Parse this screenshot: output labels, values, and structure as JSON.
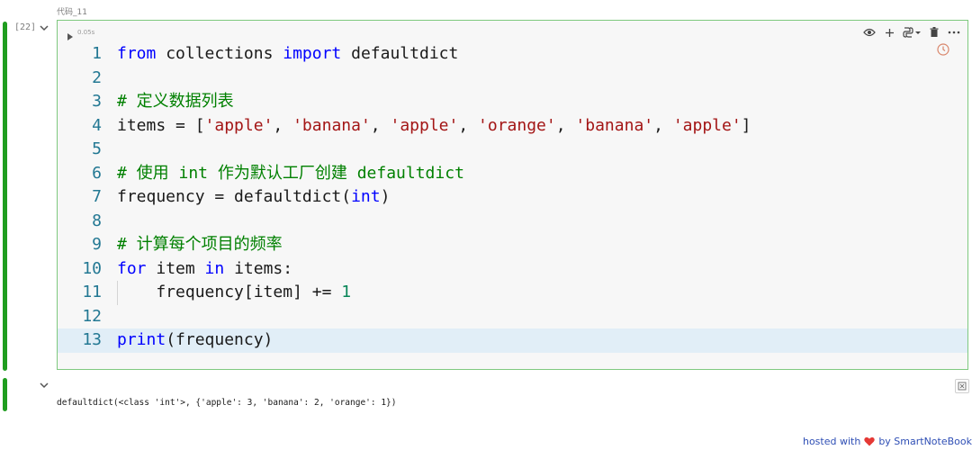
{
  "cell": {
    "name": "代码_11",
    "exec_count": "[22]",
    "exec_time": "0.05s",
    "lines": [
      {
        "n": "1",
        "tokens": [
          {
            "t": "from",
            "c": "kw"
          },
          {
            "t": " collections ",
            "c": ""
          },
          {
            "t": "import",
            "c": "kw"
          },
          {
            "t": " defaultdict",
            "c": ""
          }
        ]
      },
      {
        "n": "2",
        "tokens": []
      },
      {
        "n": "3",
        "tokens": [
          {
            "t": "# 定义数据列表",
            "c": "cm"
          }
        ]
      },
      {
        "n": "4",
        "tokens": [
          {
            "t": "items = [",
            "c": ""
          },
          {
            "t": "'apple'",
            "c": "str"
          },
          {
            "t": ", ",
            "c": ""
          },
          {
            "t": "'banana'",
            "c": "str"
          },
          {
            "t": ", ",
            "c": ""
          },
          {
            "t": "'apple'",
            "c": "str"
          },
          {
            "t": ", ",
            "c": ""
          },
          {
            "t": "'orange'",
            "c": "str"
          },
          {
            "t": ", ",
            "c": ""
          },
          {
            "t": "'banana'",
            "c": "str"
          },
          {
            "t": ", ",
            "c": ""
          },
          {
            "t": "'apple'",
            "c": "str"
          },
          {
            "t": "]",
            "c": ""
          }
        ]
      },
      {
        "n": "5",
        "tokens": []
      },
      {
        "n": "6",
        "tokens": [
          {
            "t": "# 使用 int 作为默认工厂创建 defaultdict",
            "c": "cm"
          }
        ]
      },
      {
        "n": "7",
        "tokens": [
          {
            "t": "frequency = defaultdict(",
            "c": ""
          },
          {
            "t": "int",
            "c": "kw"
          },
          {
            "t": ")",
            "c": ""
          }
        ]
      },
      {
        "n": "8",
        "tokens": []
      },
      {
        "n": "9",
        "tokens": [
          {
            "t": "# 计算每个项目的频率",
            "c": "cm"
          }
        ]
      },
      {
        "n": "10",
        "tokens": [
          {
            "t": "for",
            "c": "kw"
          },
          {
            "t": " item ",
            "c": ""
          },
          {
            "t": "in",
            "c": "kw"
          },
          {
            "t": " items:",
            "c": ""
          }
        ]
      },
      {
        "n": "11",
        "tokens": [
          {
            "t": "    frequency[item] += ",
            "c": ""
          },
          {
            "t": "1",
            "c": "num"
          }
        ],
        "indent": true
      },
      {
        "n": "12",
        "tokens": []
      },
      {
        "n": "13",
        "tokens": [
          {
            "t": "print",
            "c": "kw"
          },
          {
            "t": "(frequency)",
            "c": ""
          }
        ],
        "active": true
      }
    ]
  },
  "output": {
    "text": "defaultdict(<class 'int'>, {'apple': 3, 'banana': 2, 'orange': 1})"
  },
  "toolbar": {
    "icons": [
      "eye-icon",
      "plus-icon",
      "python-icon",
      "trash-icon",
      "more-icon"
    ]
  },
  "footer": {
    "prefix": "hosted with",
    "suffix": "by SmartNoteBook"
  },
  "colors": {
    "cell_bar": "#1f9d1f",
    "cell_border": "#7fc97f",
    "keyword": "#0000ff",
    "string": "#a31515",
    "comment": "#008000",
    "number": "#098658",
    "line_number": "#237893",
    "heart": "#e53935",
    "footer_link": "#2f4fb5"
  }
}
